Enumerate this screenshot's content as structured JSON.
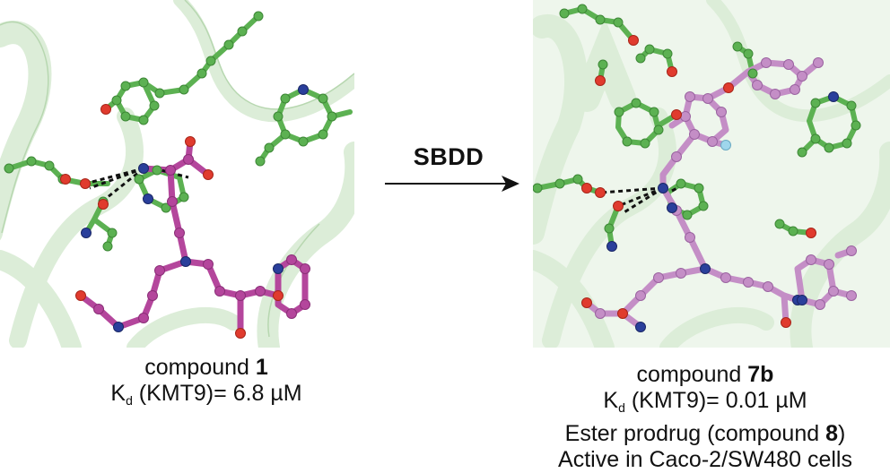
{
  "left": {
    "caption_line1_text": "compound",
    "caption_line1_bold": "1",
    "kd_main": "K",
    "kd_sub": "d",
    "kd_rest": " (KMT9)= 6.8 µM"
  },
  "right": {
    "caption_line1_text": "compound",
    "caption_line1_bold": "7b",
    "kd_main": "K",
    "kd_sub": "d",
    "kd_rest": " (KMT9)= 0.01 µM",
    "line3_text": "Ester prodrug (compound ",
    "line3_bold": "8",
    "line3_end": ")",
    "line4": "Active in Caco-2/SW480 cells"
  },
  "arrow": {
    "label": "SBDD"
  },
  "colors": {
    "protein_ribbon": "#dcedd8",
    "residue_carbon": "#5cb152",
    "ligand1_carbon": "#b4469c",
    "ligand7b_carbon": "#c48ec6",
    "oxygen": "#e03b2e",
    "nitrogen": "#2a3f9b",
    "fluorine": "#9fd6ec",
    "hbond": "#111111"
  }
}
